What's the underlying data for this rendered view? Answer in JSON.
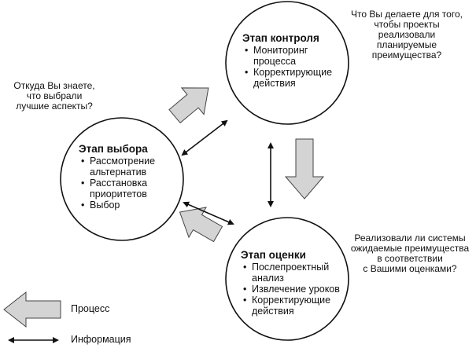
{
  "stages": {
    "control": {
      "title": "Этап контроля",
      "items": [
        "Мониторинг процесса",
        "Корректирующие действия"
      ]
    },
    "selection": {
      "title": "Этап выбора",
      "items": [
        "Рассмотрение альтернатив",
        "Расстановка приоритетов",
        "Выбор"
      ]
    },
    "evaluation": {
      "title": "Этап оценки",
      "items": [
        "Послепроектный анализ",
        "Извлечение уроков",
        "Корректирующие действия"
      ]
    }
  },
  "questions": {
    "selection": [
      "Откуда Вы знаете,",
      "что выбрали",
      "лучшие аспекты?"
    ],
    "control": [
      "Что Вы делаете для того,",
      "чтобы проекты",
      "реализовали",
      "планируемые",
      "преимущества?"
    ],
    "evaluation": [
      "Реализовали ли системы",
      "ожидаемые преимущества",
      "в соответствии",
      "с Вашими оценками?"
    ]
  },
  "legend": {
    "process": "Процесс",
    "information": "Информация"
  }
}
